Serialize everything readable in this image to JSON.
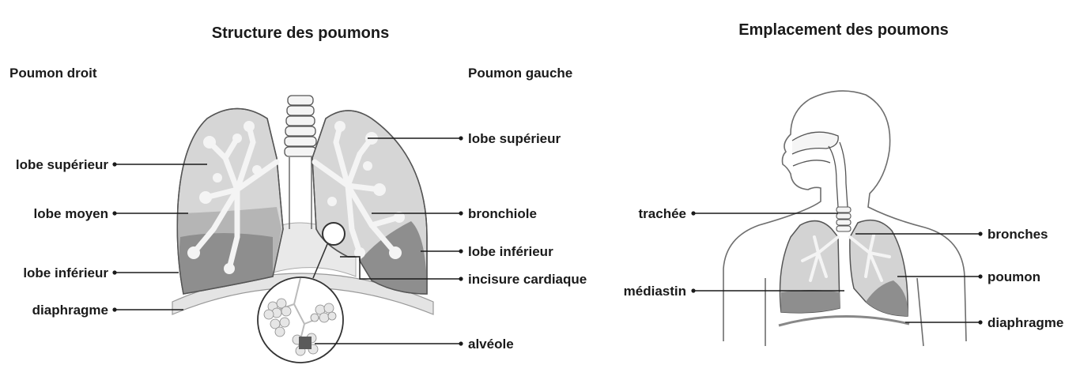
{
  "left_panel": {
    "title": "Structure des poumons",
    "right_lung_header": "Poumon droit",
    "left_lung_header": "Poumon gauche",
    "labels": {
      "lobe_superieur_right": "lobe supérieur",
      "lobe_moyen": "lobe moyen",
      "lobe_inferieur_right": "lobe inférieur",
      "diaphragme": "diaphragme",
      "lobe_superieur_left": "lobe supérieur",
      "bronchiole": "bronchiole",
      "lobe_inferieur_left": "lobe inférieur",
      "incisure_cardiaque": "incisure cardiaque",
      "alveole": "alvéole"
    }
  },
  "right_panel": {
    "title": "Emplacement des poumons",
    "labels": {
      "trachee": "trachée",
      "mediastin": "médiastin",
      "bronches": "bronches",
      "poumon": "poumon",
      "diaphragme": "diaphragme"
    }
  },
  "colors": {
    "lung_light": "#d6d6d6",
    "lung_dark": "#8e8e8e",
    "lung_mid": "#b5b5b5",
    "bronchi": "#f2f2f2",
    "outline": "#6e6e6e",
    "text": "#1a1a1a"
  }
}
